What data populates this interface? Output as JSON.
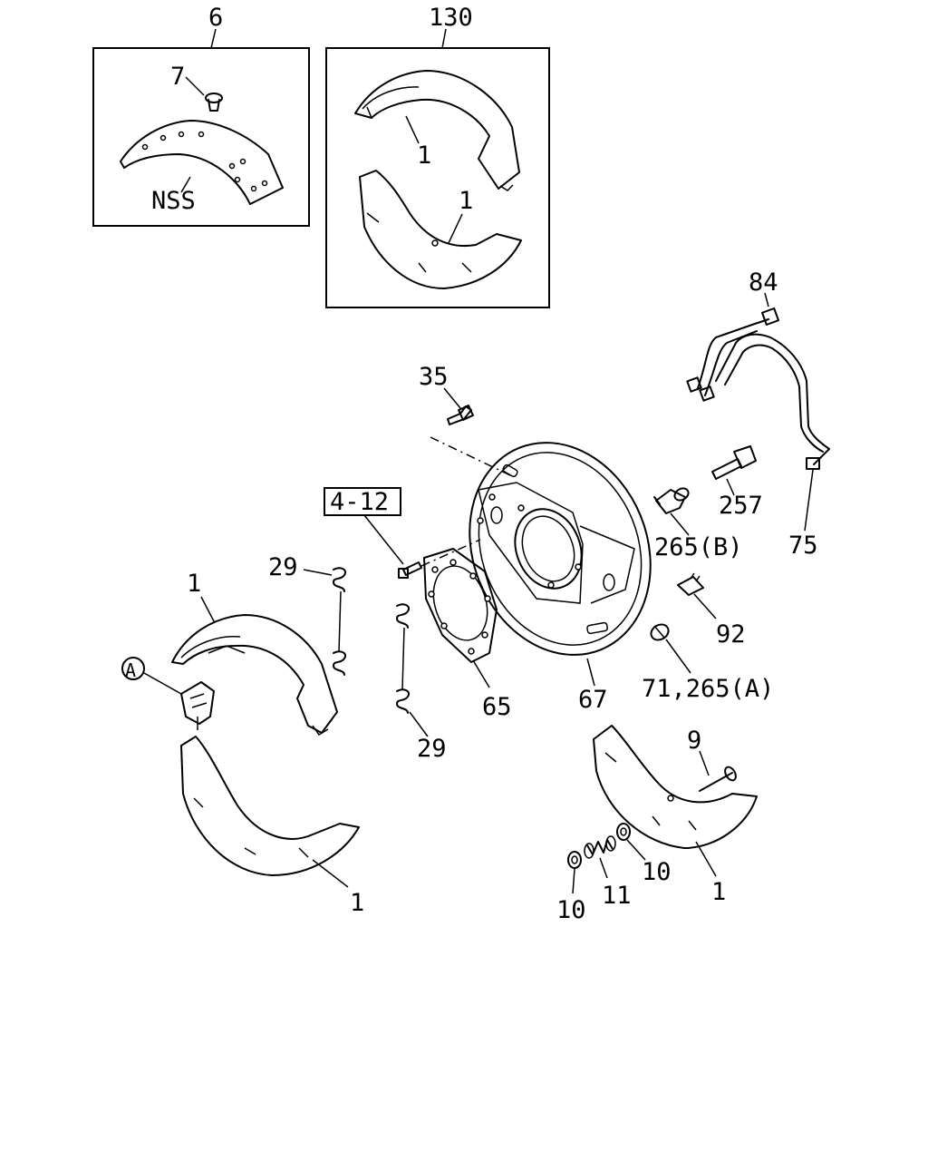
{
  "callouts": {
    "c6": "6",
    "c7": "7",
    "nss": "NSS",
    "c130": "130",
    "c1_kit_top": "1",
    "c1_kit_bottom": "1",
    "c84": "84",
    "c35": "35",
    "ref_4_12": "4-12",
    "c257": "257",
    "c265b": "265(B)",
    "c75": "75",
    "c29_top": "29",
    "c1_left_top": "1",
    "c_a": "A",
    "c92": "92",
    "c65": "65",
    "c67": "67",
    "c71_265a": "71,265(A)",
    "c29_bottom": "29",
    "c9": "9",
    "c10_right": "10",
    "c11": "11",
    "c10_left": "10",
    "c1_right": "1",
    "c1_left_bottom": "1"
  }
}
